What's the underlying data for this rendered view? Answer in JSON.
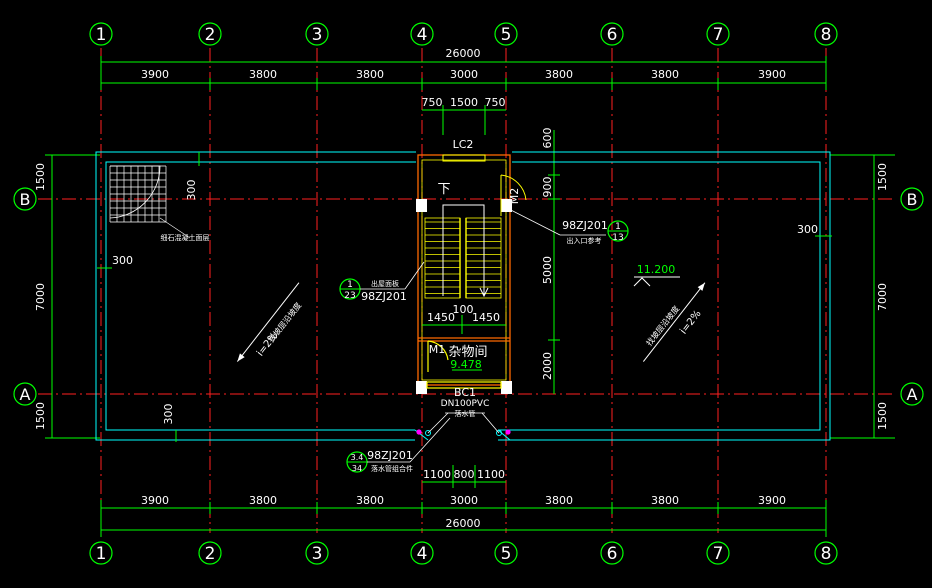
{
  "colors": {
    "background": "#000000",
    "grid_axis": "#ff2020",
    "dimension": "#00ff00",
    "wall": "#00ffff",
    "text": "#ffffff",
    "stair": "#ffff00",
    "door": "#ff6a00",
    "pipe": "#ff00ff",
    "label": "#00ff00"
  },
  "axes_x": [
    "1",
    "2",
    "3",
    "4",
    "5",
    "6",
    "7",
    "8"
  ],
  "axes_y": [
    "B",
    "A"
  ],
  "dims": {
    "total": "26000",
    "bays": [
      "3900",
      "3800",
      "3800",
      "3000",
      "3800",
      "3800",
      "3900"
    ],
    "top_window": [
      "750",
      "1500",
      "750"
    ],
    "bottom_door": [
      "1100",
      "800",
      "1100"
    ],
    "side": [
      "1500",
      "7000",
      "1500"
    ],
    "center_vertical": [
      "600",
      "900",
      "5000",
      "2000"
    ],
    "stair_split": [
      "1450",
      "1450"
    ],
    "stair_gap": "100",
    "offsets": [
      "300",
      "300",
      "300",
      "300"
    ]
  },
  "labels": {
    "window_lc2": "LC2",
    "door_m2": "M2",
    "door_m1": "M1",
    "down": "下",
    "storage": "杂物间",
    "storage_elev": "9.478",
    "roof_elev": "11.200",
    "beam_bc1": "BC1",
    "downpipe": "DN100PVC",
    "downpipe_note": "落水管",
    "ref_top_right": "98ZJ201",
    "ref_top_right_note": "出入口参考",
    "ref_tr_top": "1",
    "ref_tr_bot": "13",
    "ref_mid_left": "98ZJ201",
    "ref_mid_left_note": "出屋面板",
    "ref_ml_top": "1",
    "ref_ml_bot": "23",
    "ref_bottom_left": "98ZJ201",
    "ref_bottom_left_note": "落水管组合件",
    "ref_bl_top": "3.4",
    "ref_bl_bot": "34",
    "slope_left": "找坡层沿坡度",
    "slope_right": "找坡层沿坡度",
    "slope_ratio_left": "i=2%",
    "slope_ratio_right": "i=2%",
    "tile_note": "细石混凝土面层"
  }
}
